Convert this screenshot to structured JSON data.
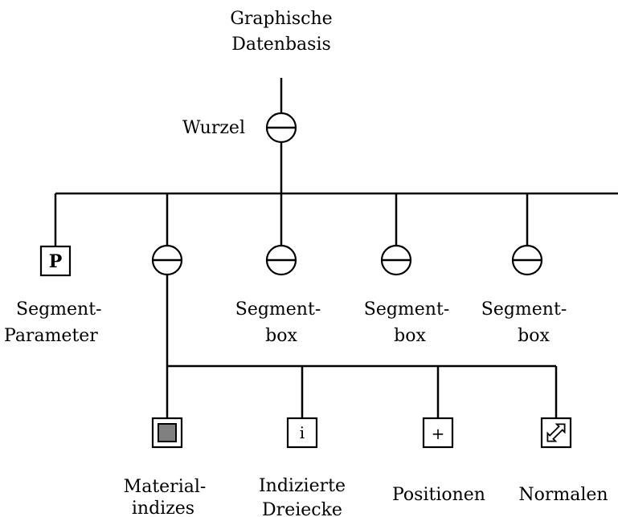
{
  "root": {
    "title": [
      "Graphische",
      "Datenbasis"
    ],
    "node_label": "Wurzel"
  },
  "level1": [
    {
      "kind": "param",
      "symbol": "P",
      "label": [
        "Segment-",
        "Parameter"
      ]
    },
    {
      "kind": "group",
      "label": []
    },
    {
      "kind": "group",
      "label": [
        "Segment-",
        "box"
      ]
    },
    {
      "kind": "group",
      "label": [
        "Segment-",
        "box"
      ]
    },
    {
      "kind": "group",
      "label": [
        "Segment-",
        "box"
      ]
    }
  ],
  "level2": [
    {
      "kind": "material",
      "label": [
        "Material-",
        "indizes"
      ],
      "fill": "#808080"
    },
    {
      "kind": "indexed",
      "symbol": "i",
      "label": [
        "Indizierte",
        "Dreiecke"
      ]
    },
    {
      "kind": "positions",
      "symbol": "+",
      "label": [
        "Positionen"
      ]
    },
    {
      "kind": "normals",
      "label": [
        "Normalen"
      ]
    }
  ]
}
